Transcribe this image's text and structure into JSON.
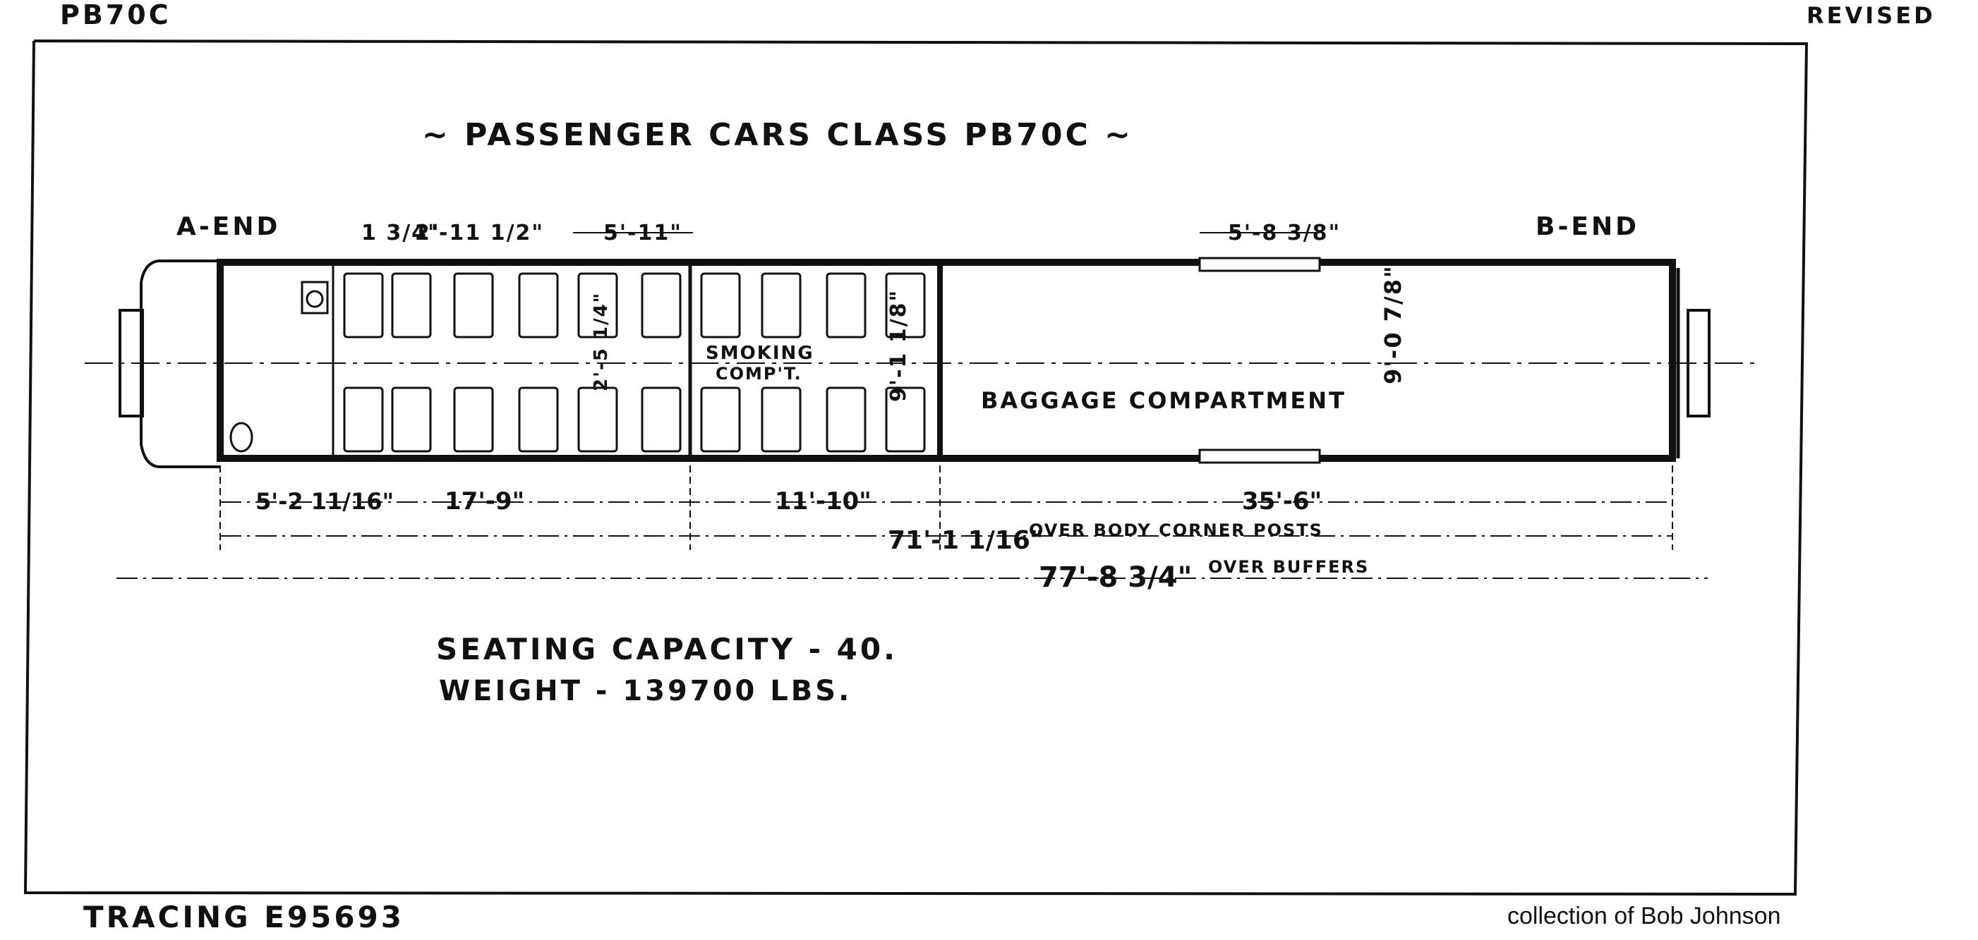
{
  "header": {
    "drawing_code": "PB70C",
    "revised_label": "REVISED"
  },
  "title": "~ PASSENGER CARS CLASS PB70C ~",
  "ends": {
    "a_end": "A-END",
    "b_end": "B-END"
  },
  "compartments": {
    "smoking_line1": "SMOKING",
    "smoking_line2": "COMP'T.",
    "baggage": "BAGGAGE COMPARTMENT"
  },
  "dimensions": {
    "top_1": "1 3/4\"",
    "top_2": "2'-11 1/2\"",
    "top_3": "5'-11\"",
    "top_4": "5'-8 3/8\"",
    "aisle": "2'-5 1/4\"",
    "width_passenger": "9'-1 1/8\"",
    "width_baggage": "9'-0 7/8\"",
    "seg_1": "5'-2 11/16\"",
    "seg_2": "17'-9\"",
    "seg_3": "11'-10\"",
    "seg_4": "35'-6\"",
    "body_length": "71'-1 1/16\"",
    "body_length_note": "OVER BODY CORNER POSTS",
    "overall_length": "77'-8 3/4\"",
    "overall_length_note": "OVER BUFFERS"
  },
  "specs": {
    "seating": "SEATING CAPACITY - 40.",
    "weight": "WEIGHT - 139700 LBS."
  },
  "footer": {
    "tracing": "TRACING E95693",
    "credit": "collection of Bob Johnson"
  }
}
